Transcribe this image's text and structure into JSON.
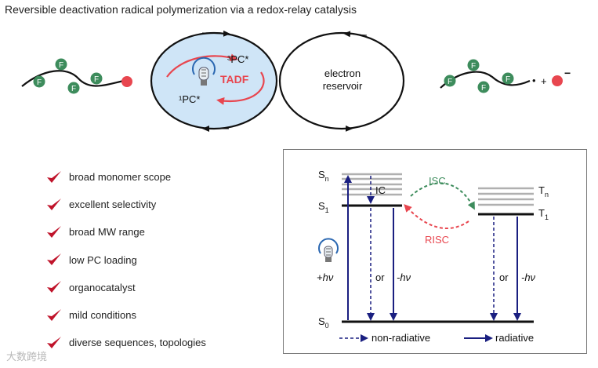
{
  "title": "Reversible deactivation radical polymerization via a redox-relay catalysis",
  "catalytic_cycle": {
    "triplet_label": "³PC*",
    "singlet_label": "¹PC*",
    "tadf_label": "TADF",
    "reservoir_label_line1": "electron",
    "reservoir_label_line2": "reservoir"
  },
  "polymer": {
    "monomer_label": "F",
    "radical_dot": "•",
    "plus_sign": "+",
    "minus_sign": "−"
  },
  "features": [
    "broad monomer scope",
    "excellent selectivity",
    "broad MW range",
    "low PC loading",
    "organocatalyst",
    "mild conditions",
    "diverse sequences, topologies"
  ],
  "jablonski": {
    "sn": "S",
    "sn_sub": "n",
    "s1": "S",
    "s1_sub": "1",
    "s0": "S",
    "s0_sub": "0",
    "tn": "T",
    "tn_sub": "n",
    "t1": "T",
    "t1_sub": "1",
    "ic": "IC",
    "isc": "ISC",
    "risc": "RISC",
    "absorb": "+hν",
    "emit_s": "-hν",
    "emit_t": "-hν",
    "or_s": "or",
    "or_t": "or",
    "legend_nonradiative": "non-radiative",
    "legend_radiative": "radiative"
  },
  "watermark": "大数跨境",
  "colors": {
    "green": "#3d8c5c",
    "red": "#e8464f",
    "navy": "#1a1f80",
    "cycle_fill": "#cfe5f7",
    "check": "#c0142b"
  }
}
